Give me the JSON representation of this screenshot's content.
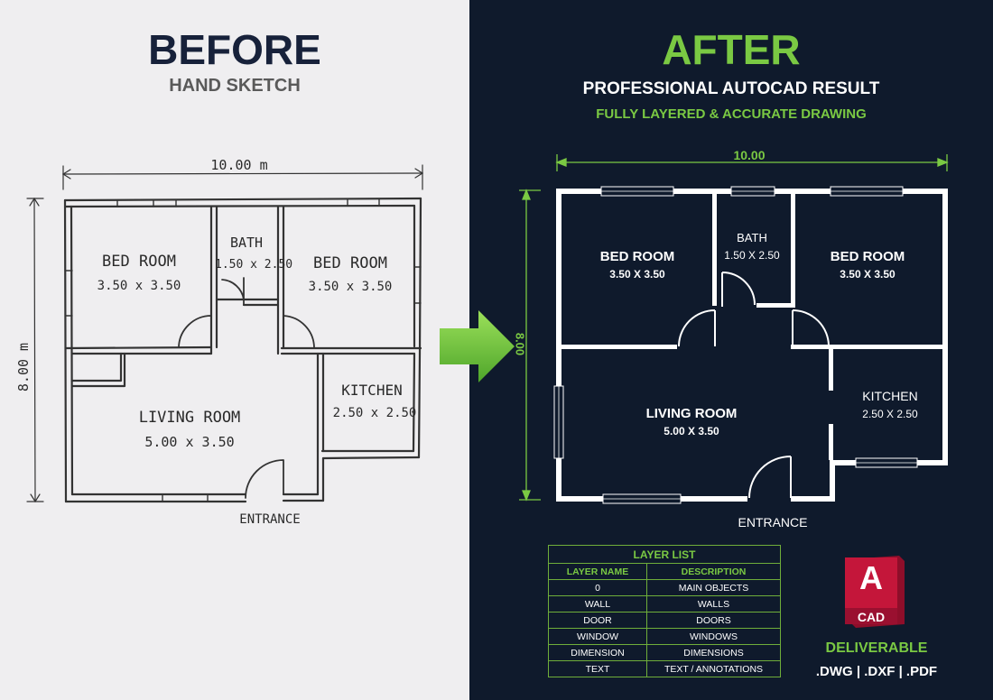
{
  "before": {
    "title": "BEFORE",
    "subtitle": "HAND SKETCH"
  },
  "after": {
    "title": "AFTER",
    "subtitle": "PROFESSIONAL AUTOCAD RESULT",
    "subtitle2": "FULLY LAYERED & ACCURATE DRAWING"
  },
  "sketch": {
    "width_dim": "10.00 m",
    "height_dim": "8.00 m",
    "rooms": [
      {
        "name": "BED ROOM",
        "size": "3.50 x 3.50"
      },
      {
        "name": "BATH",
        "size": "1.50 x 2.50"
      },
      {
        "name": "BED ROOM",
        "size": "3.50 x 3.50"
      },
      {
        "name": "KITCHEN",
        "size": "2.50 x 2.50"
      },
      {
        "name": "LIVING ROOM",
        "size": "5.00 x 3.50"
      }
    ],
    "entrance": "ENTRANCE"
  },
  "cad": {
    "width_dim": "10.00",
    "height_dim": "8.00",
    "rooms": [
      {
        "name": "BED ROOM",
        "size": "3.50 X 3.50"
      },
      {
        "name": "BATH",
        "size": "1.50 X 2.50"
      },
      {
        "name": "BED ROOM",
        "size": "3.50 X 3.50"
      },
      {
        "name": "KITCHEN",
        "size": "2.50 X 2.50"
      },
      {
        "name": "LIVING ROOM",
        "size": "5.00 X 3.50"
      }
    ],
    "entrance": "ENTRANCE"
  },
  "layer_table": {
    "caption": "LAYER LIST",
    "headers": [
      "LAYER NAME",
      "DESCRIPTION"
    ],
    "rows": [
      [
        "0",
        "MAIN OBJECTS"
      ],
      [
        "WALL",
        "WALLS"
      ],
      [
        "DOOR",
        "DOORS"
      ],
      [
        "WINDOW",
        "WINDOWS"
      ],
      [
        "DIMENSION",
        "DIMENSIONS"
      ],
      [
        "TEXT",
        "TEXT / ANNOTATIONS"
      ]
    ]
  },
  "logo": {
    "letter": "A",
    "text": "CAD",
    "icon": "autocad-logo-icon"
  },
  "deliverable": {
    "label": "DELIVERABLE",
    "formats": ".DWG | .DXF | .PDF"
  },
  "colors": {
    "accent": "#7ac943",
    "navy": "#0f1a2c",
    "paper": "#efeef0",
    "logo_red": "#c4163a"
  }
}
